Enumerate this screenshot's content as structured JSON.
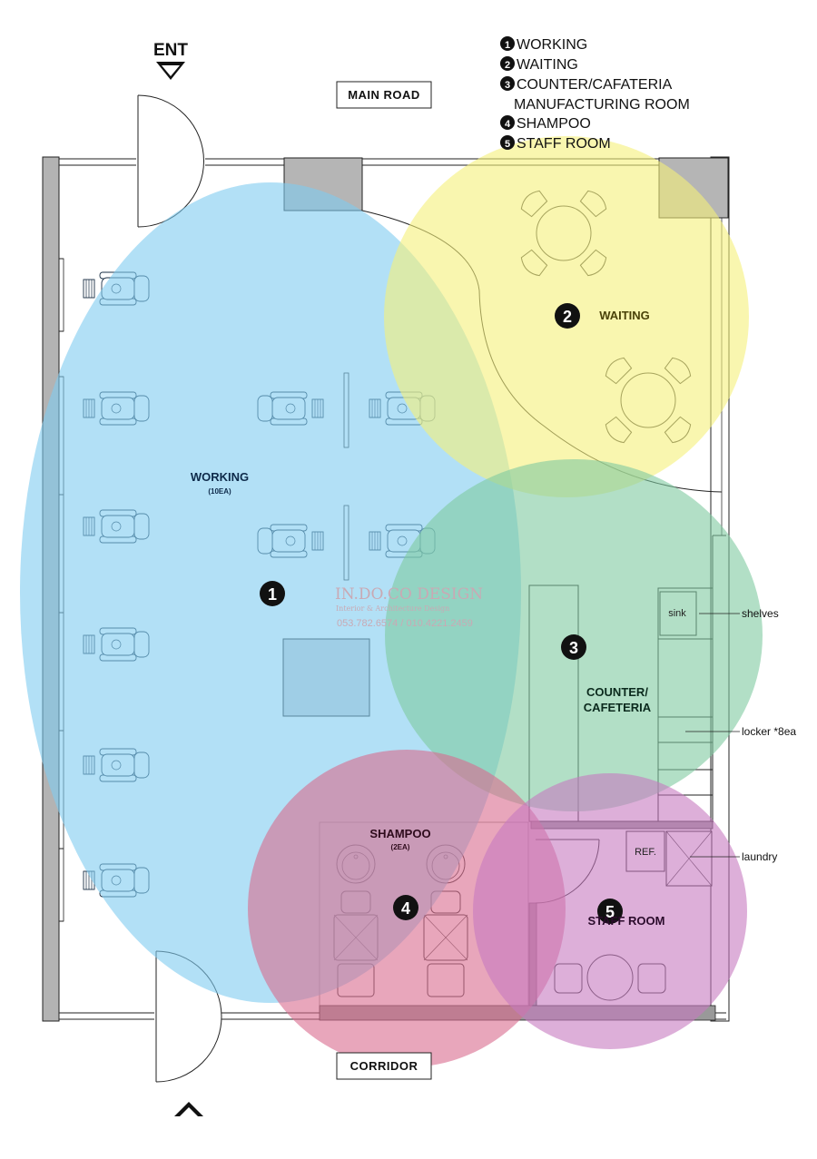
{
  "entrance": {
    "label": "ENT"
  },
  "main_road": {
    "label": "MAIN ROAD"
  },
  "corridor": {
    "label": "CORRIDOR"
  },
  "legend": [
    {
      "num": "1",
      "text": "WORKING"
    },
    {
      "num": "2",
      "text": "WAITING"
    },
    {
      "num": "3",
      "text": "COUNTER/CAFATERIA"
    },
    {
      "num": "",
      "text": "MANUFACTURING ROOM"
    },
    {
      "num": "4",
      "text": "SHAMPOO"
    },
    {
      "num": "5",
      "text": "STAFF ROOM"
    }
  ],
  "zones": {
    "working": {
      "num": "1",
      "label": "WORKING",
      "sub": "(10EA)",
      "color": "#7fccf0"
    },
    "waiting": {
      "num": "2",
      "label": "WAITING",
      "color": "#f5f07a"
    },
    "counter": {
      "num": "3",
      "label_line1": "COUNTER/",
      "label_line2": "CAFETERIA",
      "color": "#7ec9a0"
    },
    "shampoo": {
      "num": "4",
      "label": "SHAMPOO",
      "sub": "(2EA)",
      "color": "#d96b8e"
    },
    "staff": {
      "num": "5",
      "label": "STAFF ROOM",
      "color": "#c77ac0"
    }
  },
  "fixtures": {
    "sink": "sink",
    "ref": "REF."
  },
  "callouts": {
    "shelves": "shelves",
    "locker": "locker *8ea",
    "laundry": "laundry"
  },
  "watermark": {
    "line1": "IN.DO.CO DESIGN",
    "line2": "Interior & Architecture Design",
    "line3": "053.782.6574 / 010.4221.2459"
  }
}
